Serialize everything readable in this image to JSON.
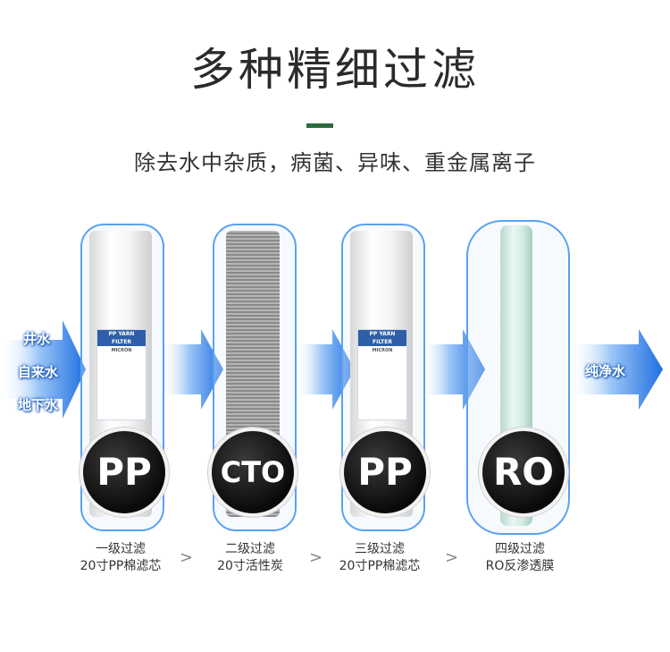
{
  "header": {
    "title": "多种精细过滤",
    "subtitle": "除去水中杂质，病菌、异味、重金属离子"
  },
  "inputs": {
    "well_water": "井水",
    "tap_water": "自来水",
    "ground_water": "地下水"
  },
  "output": {
    "pure_water": "纯净水"
  },
  "stages": [
    {
      "badge": "PP",
      "line1": "一级过滤",
      "line2": "20寸PP棉滤芯"
    },
    {
      "badge": "CTO",
      "line1": "二级过滤",
      "line2": "20寸活性炭"
    },
    {
      "badge": "PP",
      "line1": "三级过滤",
      "line2": "20寸PP棉滤芯"
    },
    {
      "badge": "RO",
      "line1": "四级过滤",
      "line2": "RO反渗透膜"
    }
  ],
  "separators": [
    ">",
    ">",
    ">"
  ],
  "sticker": {
    "line1": "PP YARN",
    "line2": "FILTER",
    "line3": "MICRON"
  },
  "colors": {
    "accent_bar": "#2b6b3f",
    "arrow_blue": "#2f7be6",
    "housing_outline": "#5aa1f0"
  }
}
